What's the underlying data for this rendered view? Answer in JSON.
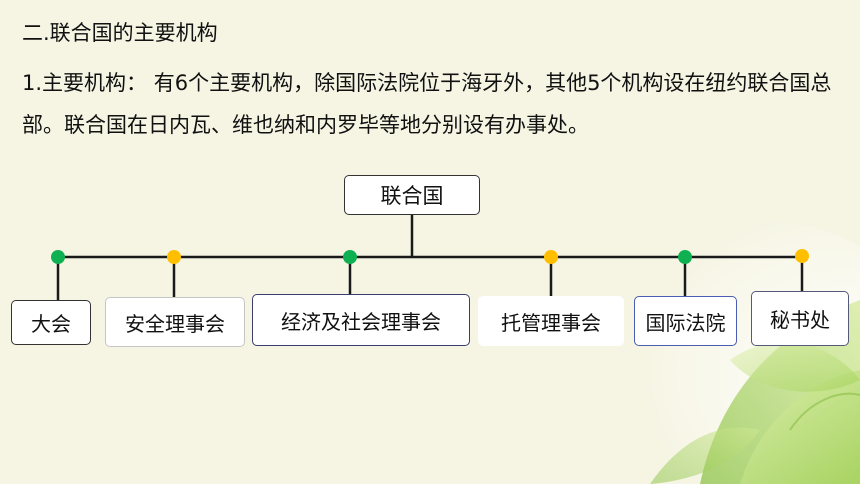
{
  "heading": "二.联合国的主要机构",
  "paragraph": "1.主要机构： 有6个主要机构，除国际法院位于海牙外，其他5个机构设在纽约联合国总部。联合国在日内瓦、维也纳和内罗毕等地分别设有办事处。",
  "diagram": {
    "root": "联合国",
    "children": [
      {
        "label": "大会",
        "dot_color": "#0fb051"
      },
      {
        "label": "安全理事会",
        "dot_color": "#ffbf00"
      },
      {
        "label": "经济及社会理事会",
        "dot_color": "#0fb051"
      },
      {
        "label": "托管理事会",
        "dot_color": "#ffbf00"
      },
      {
        "label": "国际法院",
        "dot_color": "#0fb051"
      },
      {
        "label": "秘书处",
        "dot_color": "#ffbf00"
      }
    ]
  },
  "colors": {
    "background": "#f6f5e4",
    "connector": "#1a1a1a",
    "leaf_decoration": "#b7dc74"
  }
}
